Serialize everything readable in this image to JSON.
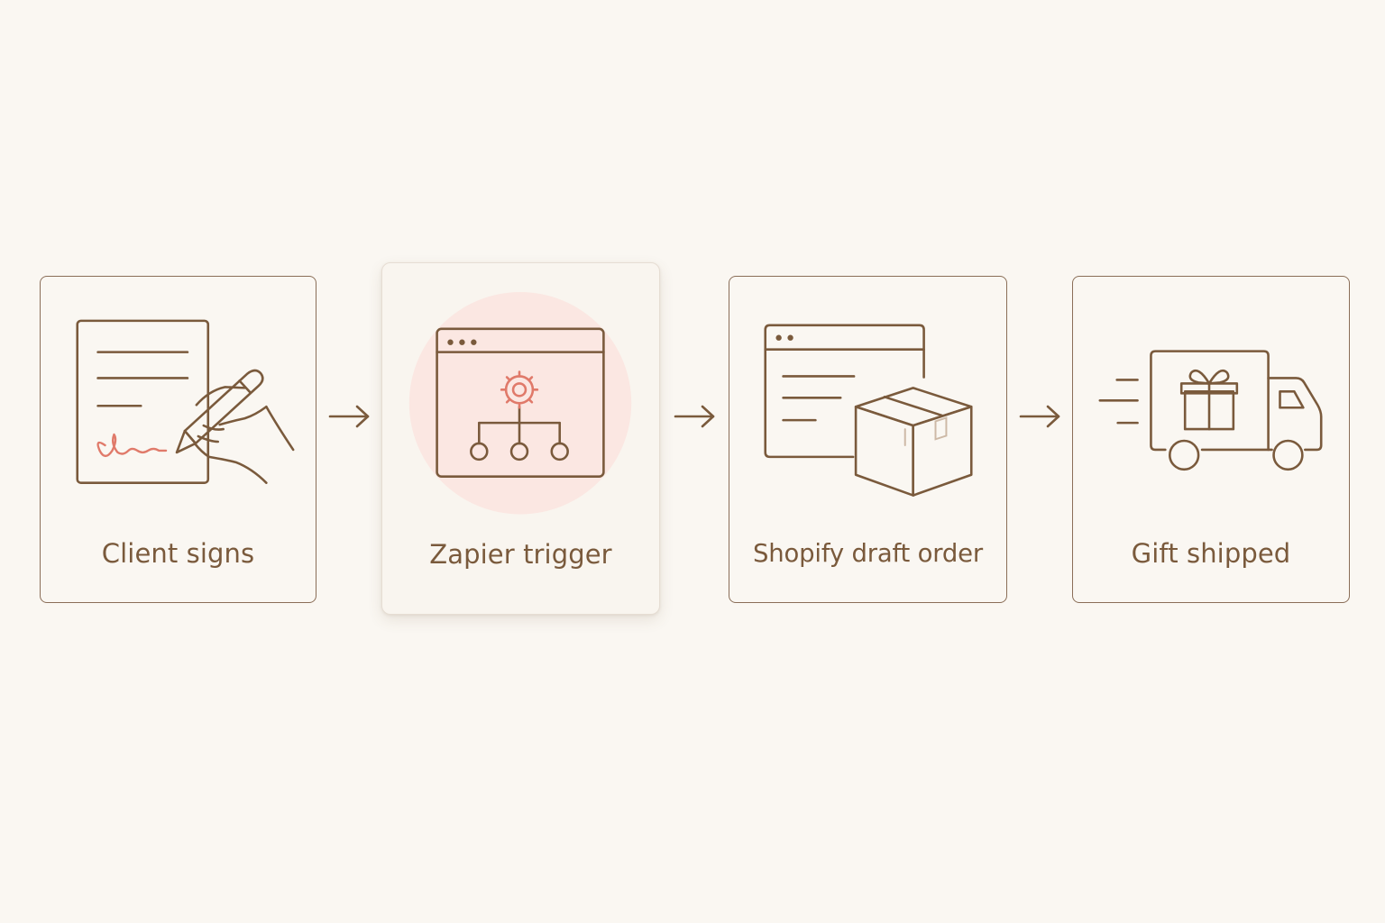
{
  "colors": {
    "background": "#faf7f2",
    "line": "#7a5a3c",
    "accent": "#e07a6a",
    "halo": "#fbe7e2",
    "border": "#8a6e58"
  },
  "steps": [
    {
      "label": "Client signs",
      "icon": "signing-document-icon"
    },
    {
      "label": "Zapier trigger",
      "icon": "workflow-gear-icon",
      "highlighted": true
    },
    {
      "label": "Shopify draft order",
      "icon": "browser-package-icon"
    },
    {
      "label": "Gift shipped",
      "icon": "delivery-truck-gift-icon"
    }
  ]
}
